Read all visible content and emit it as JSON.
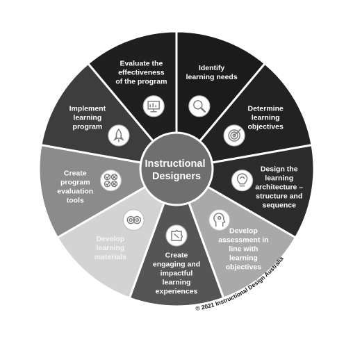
{
  "center": {
    "lines": [
      "Instructional",
      "Designers"
    ],
    "color": "#6f6f6f"
  },
  "segments": [
    {
      "lines": [
        "Identify",
        "learning needs"
      ],
      "color": "#1b1b1b",
      "text_color": "#ffffff",
      "icon": "magnifier-icon"
    },
    {
      "lines": [
        "Determine",
        "learning",
        "objectives"
      ],
      "color": "#222222",
      "text_color": "#ffffff",
      "icon": "target-icon"
    },
    {
      "lines": [
        "Design the",
        "learning",
        "architecture –",
        "structure and",
        "sequence"
      ],
      "color": "#2c2c2c",
      "text_color": "#ffffff",
      "icon": "brain-lightbulb-icon"
    },
    {
      "lines": [
        "Develop",
        "assessment in",
        "line with",
        "learning",
        "objectives"
      ],
      "color": "#a9a9a9",
      "text_color": "#ffffff",
      "icon": "head-profile-icon"
    },
    {
      "lines": [
        "Create",
        "engaging and",
        "impactful",
        "learning",
        "experiences"
      ],
      "color": "#555555",
      "text_color": "#ffffff",
      "icon": "puzzle-brain-icon"
    },
    {
      "lines": [
        "Develop",
        "learning",
        "materials"
      ],
      "color": "#d3d3d3",
      "text_color": "#f4f4f4",
      "icon": "gears-icon"
    },
    {
      "lines": [
        "Create",
        "program",
        "evaluation",
        "tools"
      ],
      "color": "#8b8b8b",
      "text_color": "#ffffff",
      "icon": "checklist-grid-icon"
    },
    {
      "lines": [
        "Implement",
        "learning",
        "program"
      ],
      "color": "#3d3d3d",
      "text_color": "#ffffff",
      "icon": "rocket-icon"
    },
    {
      "lines": [
        "Evaluate the",
        "effectiveness",
        "of the program"
      ],
      "color": "#1f1f1f",
      "text_color": "#ffffff",
      "icon": "chart-presentation-icon"
    }
  ],
  "copyright": "© 2021 Instructional Design Australia"
}
